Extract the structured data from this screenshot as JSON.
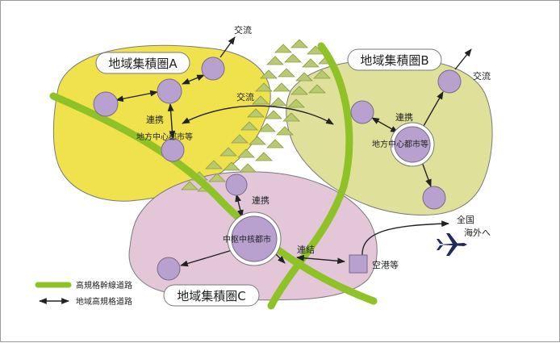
{
  "colors": {
    "region_a": "#f0e24d",
    "region_b": "#dfe09a",
    "region_c": "#e3c7d9",
    "outline": "#7a7a7a",
    "node": "#b9a1cf",
    "highway": "#8fc226",
    "mountain": "#b9c96f",
    "airplane": "#222a5a"
  },
  "regions": {
    "a": {
      "title": "地域集積圏A"
    },
    "b": {
      "title": "地域集積圏B"
    },
    "c": {
      "title": "地域集積圏C"
    }
  },
  "labels": {
    "a_exchange": "交流",
    "b_exchange": "交流",
    "center_exchange": "交流",
    "a_coop": "連携",
    "b_coop": "連携",
    "c_coop": "連携",
    "a_city": "地方中心都市等",
    "b_city": "地方中心都市等",
    "c_city": "中枢中核都市",
    "connect": "連結",
    "airport": "空港等",
    "nation": "全国",
    "overseas": "海外へ"
  },
  "legend": {
    "highway": "高規格幹線道路",
    "regional_road": "地域高規格道路"
  },
  "icons": {
    "airplane": "airplane-icon",
    "mountains": "mountain-icon"
  }
}
